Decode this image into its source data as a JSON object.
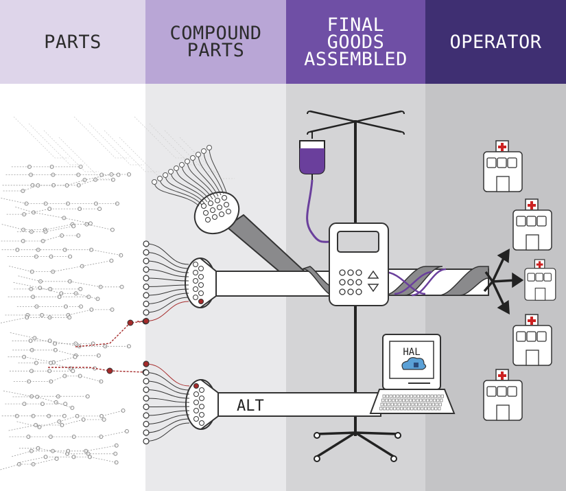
{
  "columns": [
    {
      "id": "parts",
      "lines": [
        "PARTS"
      ]
    },
    {
      "id": "compound",
      "lines": [
        "COMPOUND",
        "PARTS"
      ]
    },
    {
      "id": "final",
      "lines": [
        "FINAL",
        "GOODS",
        "ASSEMBLED"
      ]
    },
    {
      "id": "operator",
      "lines": [
        "OPERATOR"
      ]
    }
  ],
  "labels": {
    "alt_pipe": "ALT",
    "computer_screen": "HAL"
  },
  "icons": {
    "iv_bag": "iv-bag-icon",
    "infusion_pump": "infusion-pump-icon",
    "computer": "computer-icon",
    "hospital": "hospital-icon",
    "distribution_arrows": "arrows-icon"
  },
  "colors": {
    "parts_header": "#ded5ea",
    "compound_header": "#b9a6d6",
    "final_header": "#6f4fa5",
    "operator_header": "#3f2f72",
    "accent_purple": "#6f4fa5",
    "highlight_red": "#a52a2a",
    "hospital_cross": "#cc2222"
  }
}
